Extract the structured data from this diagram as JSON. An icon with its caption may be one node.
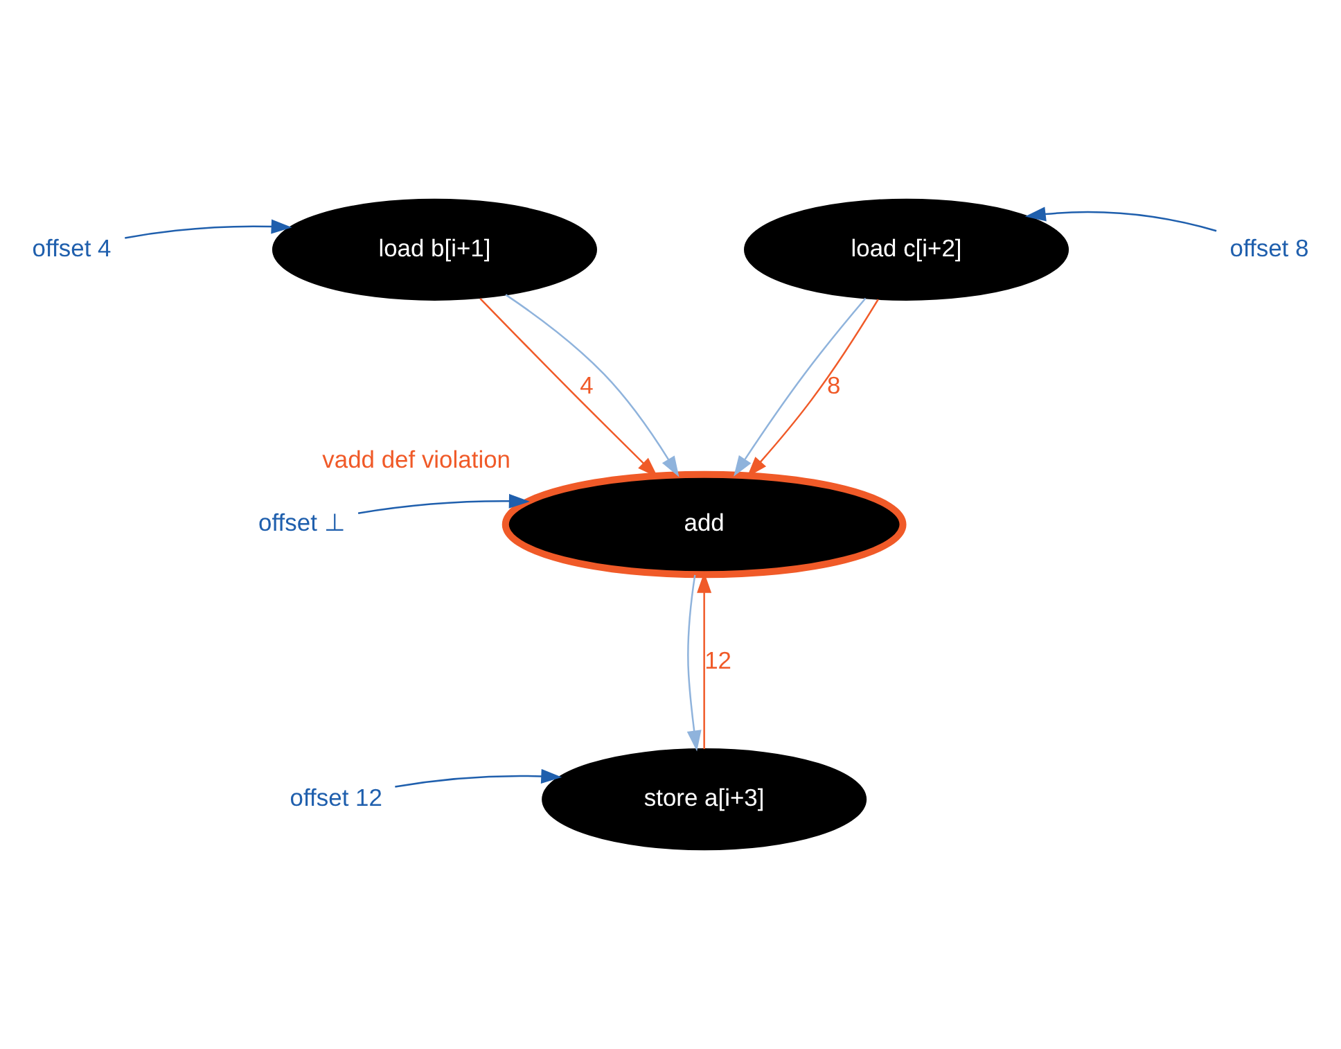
{
  "diagram": {
    "nodes": [
      {
        "text": [
          "load b[i+1]"
        ]
      },
      {
        "text": [
          "load c[i+2]"
        ]
      },
      {
        "text": [
          "add"
        ],
        "beside": [
          "vadd def violation"
        ]
      },
      {
        "text": [
          "store a[i+3]"
        ]
      },
      {
        "text": [
          "offset 4"
        ]
      },
      {
        "text": [
          "offset 8"
        ]
      },
      {
        "text": [
          "offset ⊥"
        ]
      },
      {
        "text": [
          "offset 12"
        ]
      }
    ],
    "edges": [
      {
        "from": 0,
        "to": 2,
        "arrow": "to",
        "label": "4",
        "color": "#f05a28"
      },
      {
        "from": 0,
        "to": 2,
        "arrow": "to",
        "color": "#8fb3dc"
      },
      {
        "from": 1,
        "to": 2,
        "arrow": "to",
        "color": "#8fb3dc"
      },
      {
        "from": 1,
        "to": 2,
        "arrow": "to",
        "label": "8",
        "color": "#f05a28"
      },
      {
        "from": 3,
        "to": 2,
        "arrow": "to",
        "label": "12",
        "color": "#f05a28"
      },
      {
        "from": 2,
        "to": 3,
        "arrow": "to",
        "color": "#8fb3dc"
      },
      {
        "from": 4,
        "to": 0,
        "arrow": "to",
        "color": "#1f5fad"
      },
      {
        "from": 5,
        "to": 1,
        "arrow": "to",
        "color": "#1f5fad"
      },
      {
        "from": 6,
        "to": 2,
        "arrow": "to",
        "color": "#1f5fad"
      },
      {
        "from": 7,
        "to": 3,
        "arrow": "to",
        "color": "#1f5fad"
      }
    ]
  }
}
